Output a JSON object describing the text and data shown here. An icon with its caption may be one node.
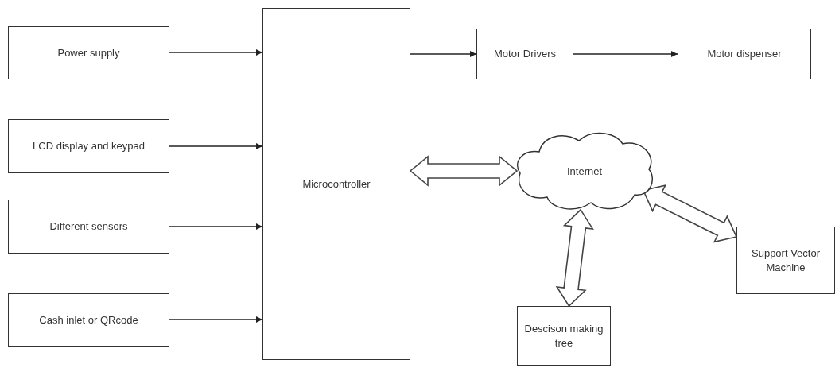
{
  "diagram": {
    "nodes": [
      {
        "text": [
          "Power supply"
        ]
      },
      {
        "text": [
          "LCD display and keypad"
        ]
      },
      {
        "text": [
          "Different sensors"
        ]
      },
      {
        "text": [
          "Cash inlet or QRcode"
        ]
      },
      {
        "text": [
          "Microcontroller"
        ]
      },
      {
        "text": [
          "Motor Drivers"
        ]
      },
      {
        "text": [
          "Motor dispenser"
        ]
      },
      {
        "text": [
          "Internet"
        ]
      },
      {
        "text": [
          "Support Vector Machine"
        ]
      },
      {
        "text": [
          "Descison making tree"
        ]
      }
    ],
    "edges": [
      {
        "from": 0,
        "to": 4,
        "arrow": "to"
      },
      {
        "from": 1,
        "to": 4,
        "arrow": "to"
      },
      {
        "from": 2,
        "to": 4,
        "arrow": "to"
      },
      {
        "from": 3,
        "to": 4,
        "arrow": "to"
      },
      {
        "from": 4,
        "to": 5,
        "arrow": "to"
      },
      {
        "from": 5,
        "to": 6,
        "arrow": "to"
      },
      {
        "from": 4,
        "to": 7,
        "arrow": "both",
        "style": "thick"
      },
      {
        "from": 7,
        "to": 8,
        "arrow": "both",
        "style": "thick"
      },
      {
        "from": 7,
        "to": 9,
        "arrow": "both",
        "style": "thick"
      }
    ]
  }
}
